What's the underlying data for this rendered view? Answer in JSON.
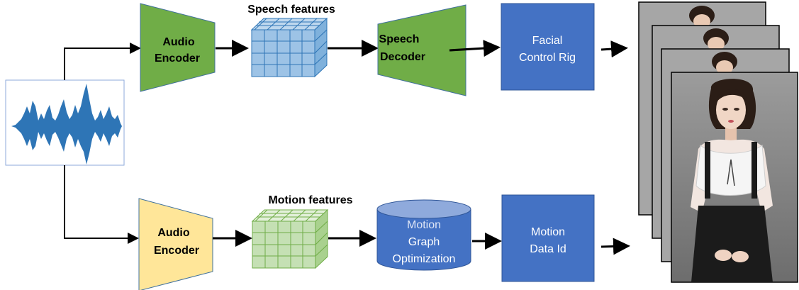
{
  "top_pipeline": {
    "encoder_label_line1": "Audio",
    "encoder_label_line2": "Encoder",
    "features_label": "Speech features",
    "decoder_label_line1": "Speech",
    "decoder_label_line2": "Decoder",
    "rig_label_line1": "Facial",
    "rig_label_line2": "Control Rig"
  },
  "bottom_pipeline": {
    "encoder_label_line1": "Audio",
    "encoder_label_line2": "Encoder",
    "features_label": "Motion features",
    "graph_label_line1": "Motion",
    "graph_label_line2": "Graph",
    "graph_label_line3": "Optimization",
    "motion_label_line1": "Motion",
    "motion_label_line2": "Data Id"
  },
  "colors": {
    "green": "#70ad47",
    "yellow": "#ffe699",
    "blue": "#4472c4",
    "speech_cube": "#9dc3e6",
    "motion_cube": "#c5e0b4",
    "frame_gray": "#a6a6a6"
  }
}
